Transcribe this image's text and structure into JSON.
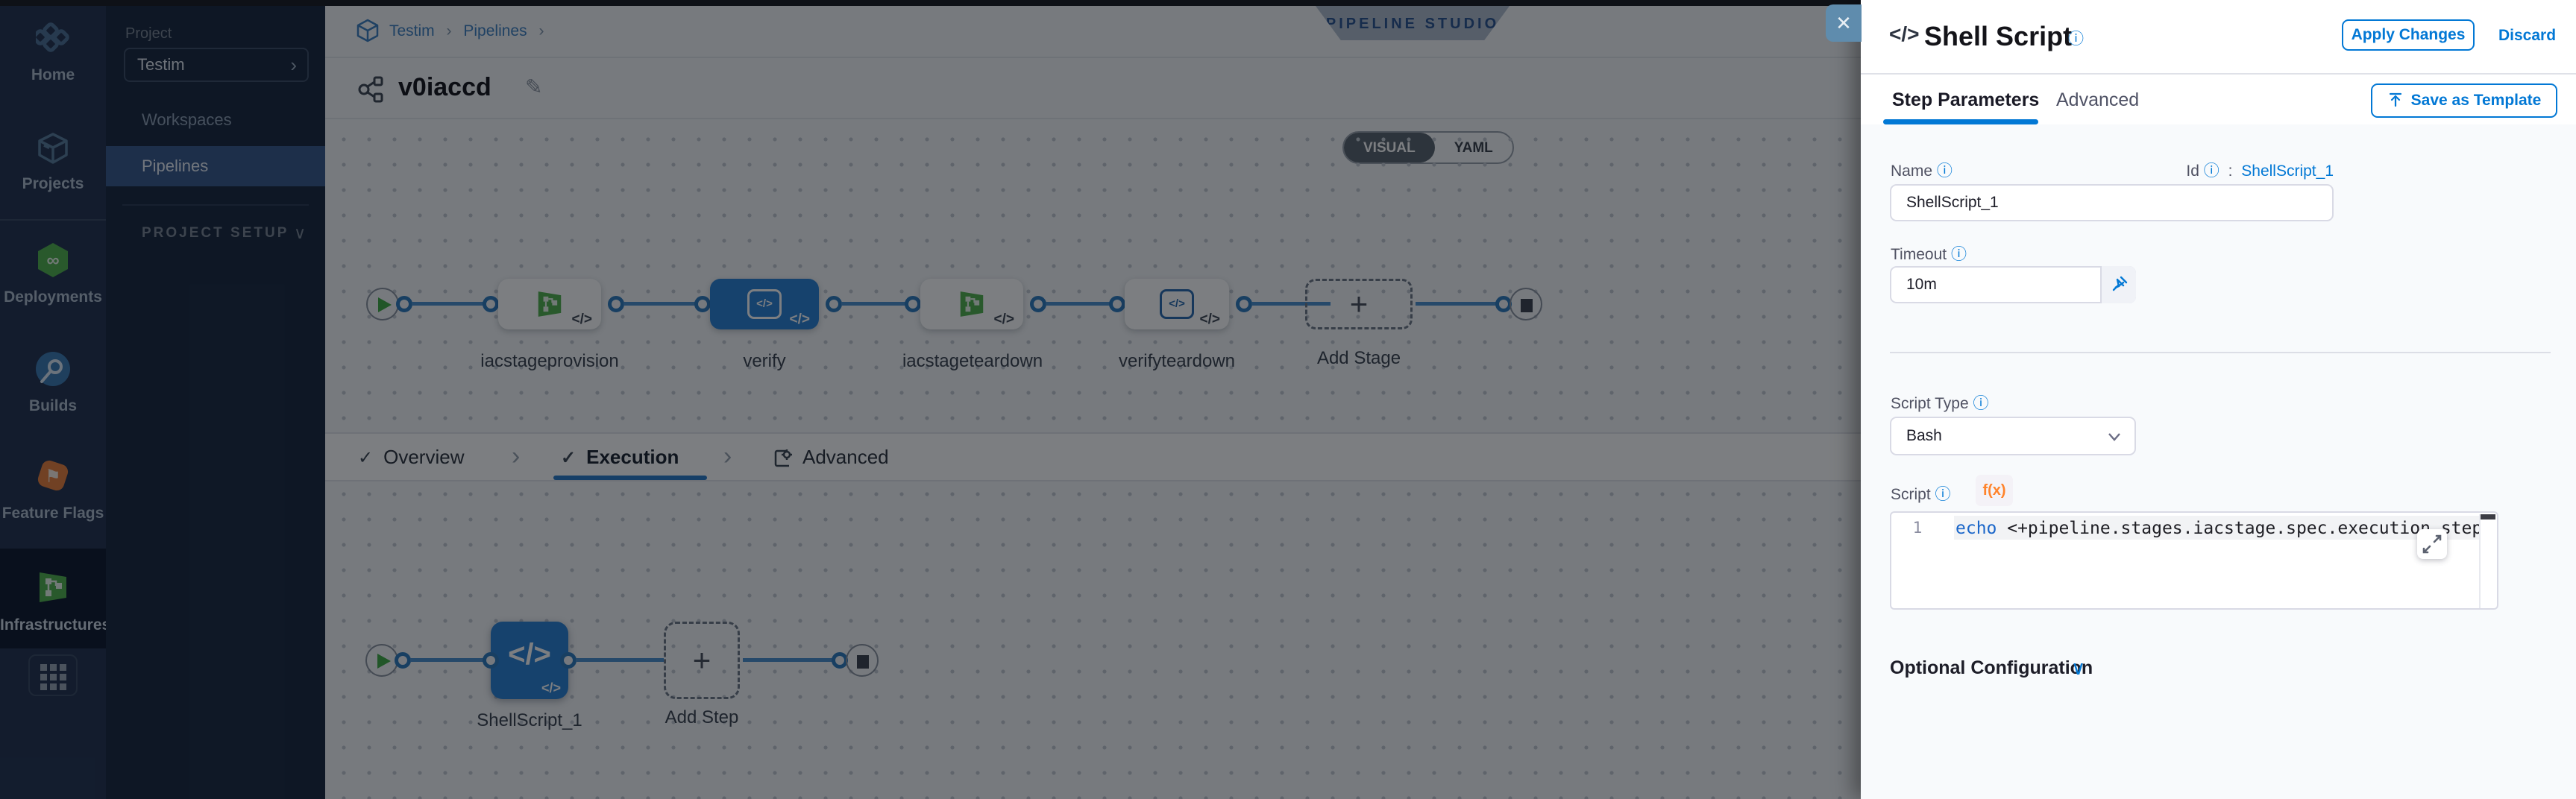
{
  "colors": {
    "accent": "#0278d5",
    "green": "#52b24e",
    "ci-blue": "#3d7bb5",
    "ff-orange": "#e8803d",
    "node-blue": "#2b82d6",
    "edge-blue": "#4b90cf",
    "keyword-blue": "#1a66c9",
    "fx-orange": "#ff832b",
    "close-blue": "#5f8cad"
  },
  "icons": {
    "close": "✕",
    "check": "✓",
    "chevron_right": "›",
    "chevron_down": "∨",
    "infinity": "∞",
    "flag": "⚑",
    "pencil": "✎",
    "plus": "+",
    "code": "</>",
    "info": "ⓘ",
    "fx": "f(x)"
  },
  "sidebar_modules": {
    "items": [
      {
        "label": "Home"
      },
      {
        "label": "Projects"
      },
      {
        "label": "Deployments"
      },
      {
        "label": "Builds"
      },
      {
        "label": "Feature Flags"
      },
      {
        "label": "Infrastructures"
      }
    ],
    "active": "Infrastructures"
  },
  "sidebar_project": {
    "section_label": "Project",
    "project_name": "Testim",
    "items": [
      {
        "label": "Workspaces"
      },
      {
        "label": "Pipelines"
      }
    ],
    "active_item": "Pipelines",
    "setup_label": "PROJECT SETUP"
  },
  "header": {
    "breadcrumb": {
      "project": "Testim",
      "section": "Pipelines"
    },
    "studio_badge": "PIPELINE STUDIO",
    "pipeline_name": "v0iaccd",
    "view_toggle": {
      "visual": "VISUAL",
      "yaml": "YAML",
      "selected": "VISUAL"
    }
  },
  "stage_graph": {
    "stages": [
      {
        "name": "iacstageprovision",
        "type": "infrastructure",
        "selected": false
      },
      {
        "name": "verify",
        "type": "custom",
        "selected": true
      },
      {
        "name": "iacstageteardown",
        "type": "infrastructure",
        "selected": false
      },
      {
        "name": "verifyteardown",
        "type": "custom",
        "selected": false
      }
    ],
    "add_stage_label": "Add Stage"
  },
  "exec_tabs": {
    "overview": "Overview",
    "execution": "Execution",
    "advanced": "Advanced",
    "selected": "Execution"
  },
  "step_graph": {
    "step_name": "ShellScript_1",
    "add_step_label": "Add Step"
  },
  "drawer": {
    "title": "Shell Script",
    "apply_label": "Apply Changes",
    "discard_label": "Discard",
    "tabs": {
      "parameters": "Step Parameters",
      "advanced": "Advanced",
      "selected": "Step Parameters"
    },
    "save_template_label": "Save as Template",
    "name_field": {
      "label": "Name",
      "value": "ShellScript_1"
    },
    "id_field": {
      "label": "Id",
      "separator": ":",
      "value": "ShellScript_1"
    },
    "timeout_field": {
      "label": "Timeout",
      "value": "10m"
    },
    "script_type_field": {
      "label": "Script Type",
      "value": "Bash"
    },
    "script_field": {
      "label": "Script",
      "line_number": "1",
      "keyword": "echo",
      "code_rest": " <+pipeline.stages.iacstage.spec.execution.steps.appl"
    },
    "optional_config_label": "Optional Configuration"
  }
}
